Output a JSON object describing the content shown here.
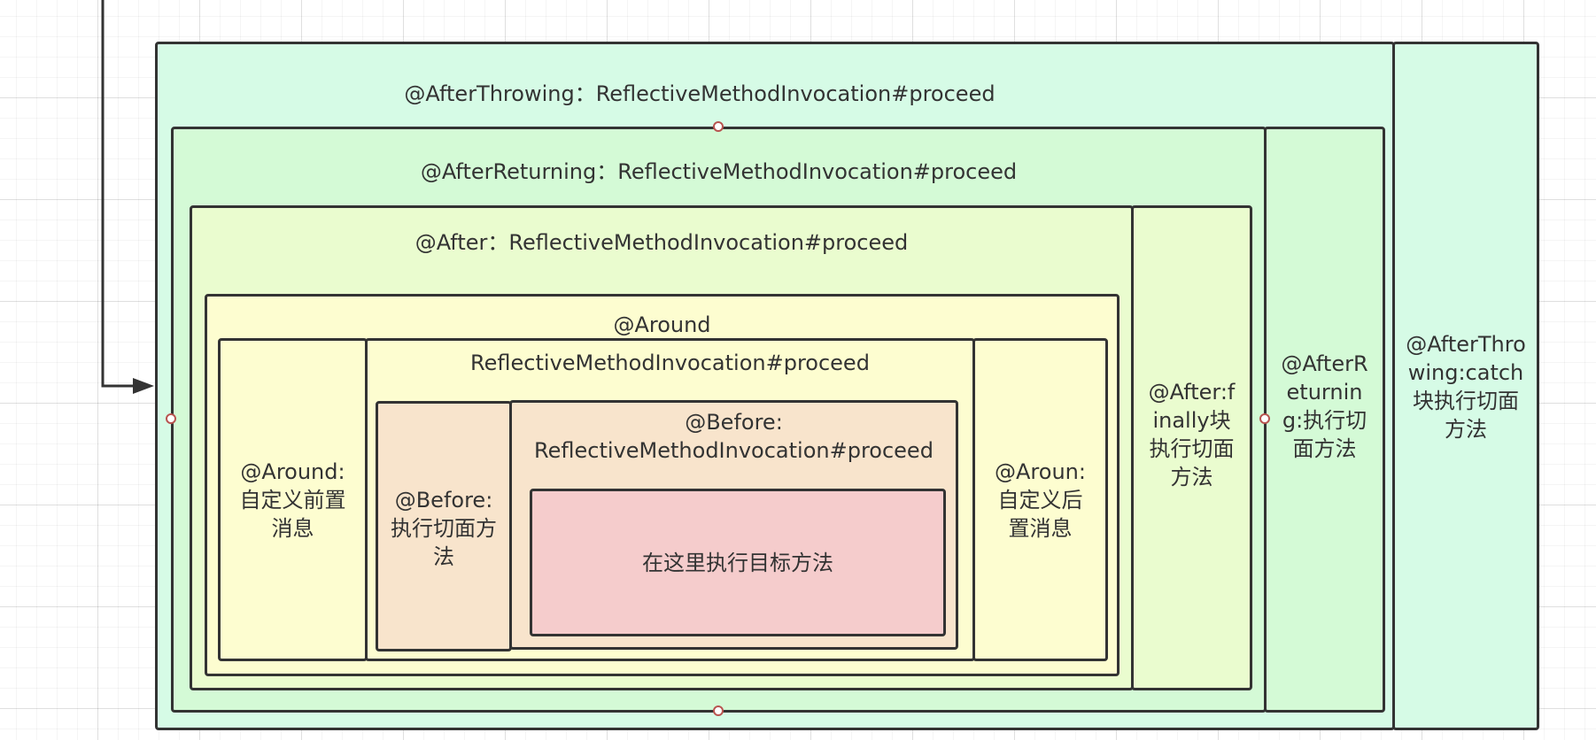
{
  "colors": {
    "stroke": "#333333",
    "after_throwing_fill": "#d6fbe6",
    "after_returning_fill": "#d4fad6",
    "after_fill": "#eafccf",
    "around_fill": "#fdfdd0",
    "before_fill": "#f8e4cc",
    "target_fill": "#f5cccc",
    "port_stroke": "#b85450"
  },
  "after_throwing": {
    "title": "@AfterThrowing：ReflectiveMethodInvocation#proceed",
    "side_label": "@AfterThrowing:catch块执行切面方法"
  },
  "after_returning": {
    "title": "@AfterReturning：ReflectiveMethodInvocation#proceed",
    "side_label": "@AfterReturning:执行切面方法"
  },
  "after": {
    "title": "@After：ReflectiveMethodInvocation#proceed",
    "side_label": "@After:finally块执行切面方法"
  },
  "around": {
    "title": "@Around",
    "pre_label": "@Around:自定义前置消息",
    "post_label": "@Aroun:自定义后置消息"
  },
  "proceed": {
    "title": "ReflectiveMethodInvocation#proceed"
  },
  "before": {
    "side_label": "@Before:执行切面方法",
    "title_line1": "@Before:",
    "title_line2": "ReflectiveMethodInvocation#proceed"
  },
  "target": {
    "label": "在这里执行目标方法"
  }
}
